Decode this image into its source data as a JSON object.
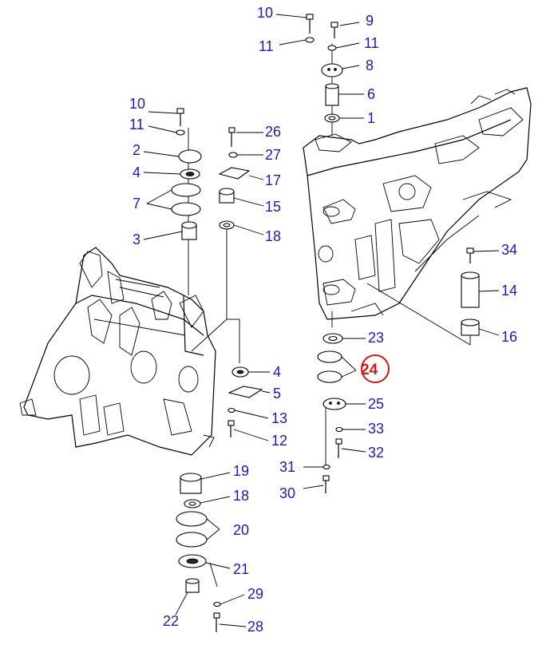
{
  "labels": {
    "l10a": "10",
    "l9": "9",
    "l11a": "11",
    "l11b": "11",
    "l8": "8",
    "l6": "6",
    "l1": "1",
    "l10b": "10",
    "l11c": "11",
    "l2": "2",
    "l4a": "4",
    "l7": "7",
    "l3": "3",
    "l26": "26",
    "l27": "27",
    "l17": "17",
    "l15": "15",
    "l18a": "18",
    "l34": "34",
    "l14": "14",
    "l16": "16",
    "l23": "23",
    "l24": "24",
    "l25": "25",
    "l33": "33",
    "l32": "32",
    "l31": "31",
    "l30": "30",
    "l4b": "4",
    "l5": "5",
    "l13": "13",
    "l12": "12",
    "l19": "19",
    "l18b": "18",
    "l20": "20",
    "l21": "21",
    "l29": "29",
    "l22": "22",
    "l28": "28"
  },
  "colors": {
    "callout": "#1a1ab8",
    "highlight": "#d01818",
    "line": "#000000"
  }
}
